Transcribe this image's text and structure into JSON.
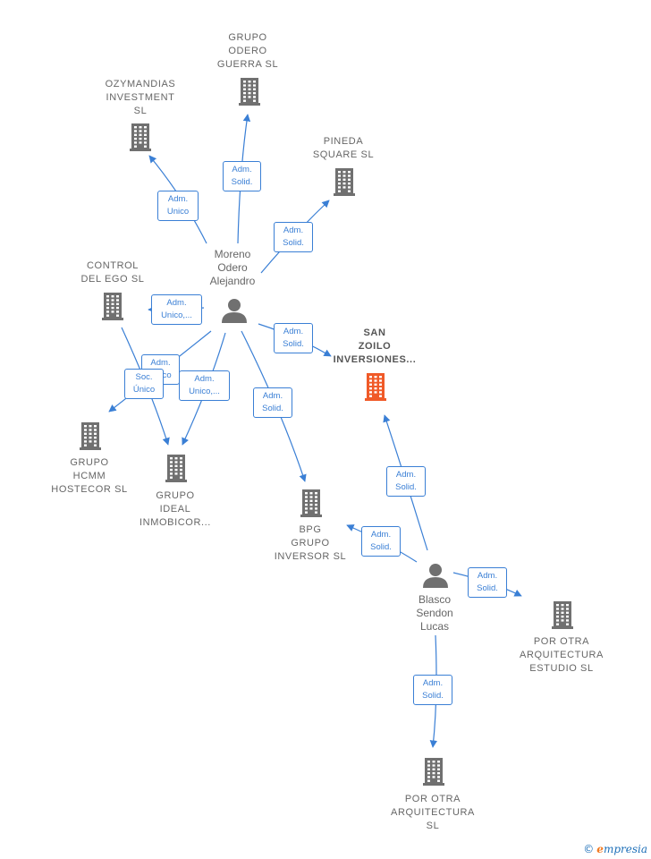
{
  "companies": [
    {
      "id": "odero",
      "label": "GRUPO\nODERO\nGUERRA  SL"
    },
    {
      "id": "ozy",
      "label": "OZYMANDIAS\nINVESTMENT\nSL"
    },
    {
      "id": "pineda",
      "label": "PINEDA\nSQUARE  SL"
    },
    {
      "id": "control",
      "label": "CONTROL\nDEL EGO  SL"
    },
    {
      "id": "sanzoilo",
      "label": "SAN\nZOILO\nINVERSIONES...",
      "focus": true
    },
    {
      "id": "hcmm",
      "label": "GRUPO\nHCMM\nHOSTECOR  SL"
    },
    {
      "id": "ideal",
      "label": "GRUPO\nIDEAL\nINMOBICOR..."
    },
    {
      "id": "bpg",
      "label": "BPG\nGRUPO\nINVERSOR  SL"
    },
    {
      "id": "poa_estudio",
      "label": "POR OTRA\nARQUITECTURA\nESTUDIO  SL"
    },
    {
      "id": "poa",
      "label": "POR OTRA\nARQUITECTURA\nSL"
    }
  ],
  "persons": [
    {
      "id": "moreno",
      "label": "Moreno\nOdero\nAlejandro"
    },
    {
      "id": "blasco",
      "label": "Blasco\nSendon\nLucas"
    }
  ],
  "edges": [
    {
      "from": "moreno",
      "to": "odero",
      "label": "Adm.\nSolid."
    },
    {
      "from": "moreno",
      "to": "ozy",
      "label": "Adm.\nUnico"
    },
    {
      "from": "moreno",
      "to": "pineda",
      "label": "Adm.\nSolid."
    },
    {
      "from": "moreno",
      "to": "control",
      "label": "Adm.\nUnico,..."
    },
    {
      "from": "moreno",
      "to": "sanzoilo",
      "label": "Adm.\nSolid."
    },
    {
      "from": "moreno",
      "to": "hcmm",
      "label": "Adm.\nUnico"
    },
    {
      "from": "moreno",
      "to": "ideal",
      "label": "Adm.\nUnico,..."
    },
    {
      "from": "moreno",
      "to": "bpg",
      "label": "Adm.\nSolid."
    },
    {
      "from": "control",
      "to": "ideal",
      "label": "Soc.\nÚnico"
    },
    {
      "from": "blasco",
      "to": "sanzoilo",
      "label": "Adm.\nSolid."
    },
    {
      "from": "blasco",
      "to": "bpg",
      "label": "Adm.\nSolid."
    },
    {
      "from": "blasco",
      "to": "poa_estudio",
      "label": "Adm.\nSolid."
    },
    {
      "from": "blasco",
      "to": "poa",
      "label": "Adm.\nSolid."
    }
  ],
  "colors": {
    "edge": "#3a7fd5",
    "icon": "#707070",
    "focus_icon": "#f05a28"
  },
  "icons": {
    "company": "building-icon",
    "person": "person-icon"
  },
  "brand": {
    "copyright": "©",
    "initial": "e",
    "rest": "mpresia"
  }
}
